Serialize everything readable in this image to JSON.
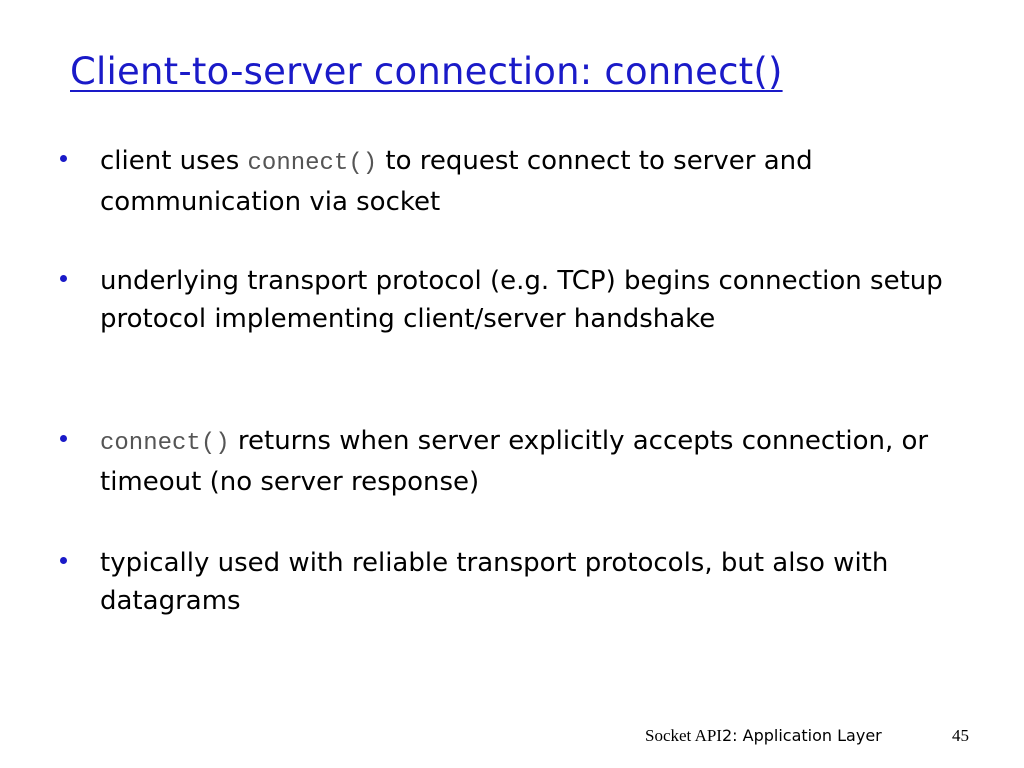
{
  "slide": {
    "title": "Client-to-server connection: connect()",
    "bullets": [
      {
        "pre": "client uses ",
        "code": "connect()",
        "post": " to request connect to server and communication via socket"
      },
      {
        "pre": "underlying transport protocol (e.g. TCP) begins connection setup protocol implementing client/server handshake",
        "code": "",
        "post": ""
      },
      {
        "pre": "",
        "code": "connect()",
        "post": " returns when server explicitly accepts connection, or timeout (no server response)"
      },
      {
        "pre": "typically used with reliable transport protocols, but also with datagrams",
        "code": "",
        "post": ""
      }
    ]
  },
  "footer": {
    "left_serif": "Socket API",
    "left_sans": "2: Application Layer",
    "page_number": "45"
  },
  "colors": {
    "title": "#1a1ac8",
    "bullet_dot": "#1a1ac8",
    "code_text": "#555555"
  }
}
